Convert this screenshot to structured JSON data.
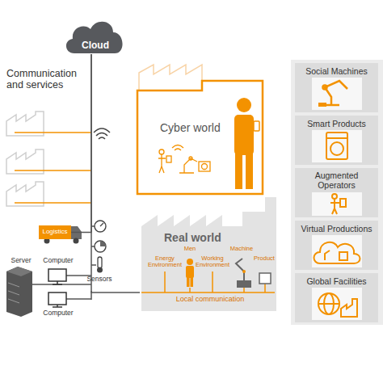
{
  "diagram": {
    "title": "Communication and services",
    "nodes": [
      {
        "text": [
          "Cloud"
        ]
      },
      {
        "text": [
          "Cyber world"
        ]
      },
      {
        "text": [
          "Logistics"
        ]
      },
      {
        "text": [
          "Real world"
        ]
      },
      {
        "text": [
          "Social Machines"
        ]
      },
      {
        "text": [
          "Smart Products"
        ]
      },
      {
        "text": [
          "Augmented Operators"
        ]
      },
      {
        "text": [
          "Virtual Productions"
        ]
      },
      {
        "text": [
          "Global Facilities"
        ]
      }
    ],
    "edges": [
      {
        "from": 0,
        "to": 2,
        "arrow": "none"
      },
      {
        "from": 0,
        "to": 3,
        "arrow": "none"
      }
    ],
    "labels": [
      "Energy Environment",
      "Men",
      "Working Environment",
      "Machine",
      "Product",
      "Local communication",
      "Sensors",
      "Server",
      "Computer",
      "Computer"
    ]
  }
}
